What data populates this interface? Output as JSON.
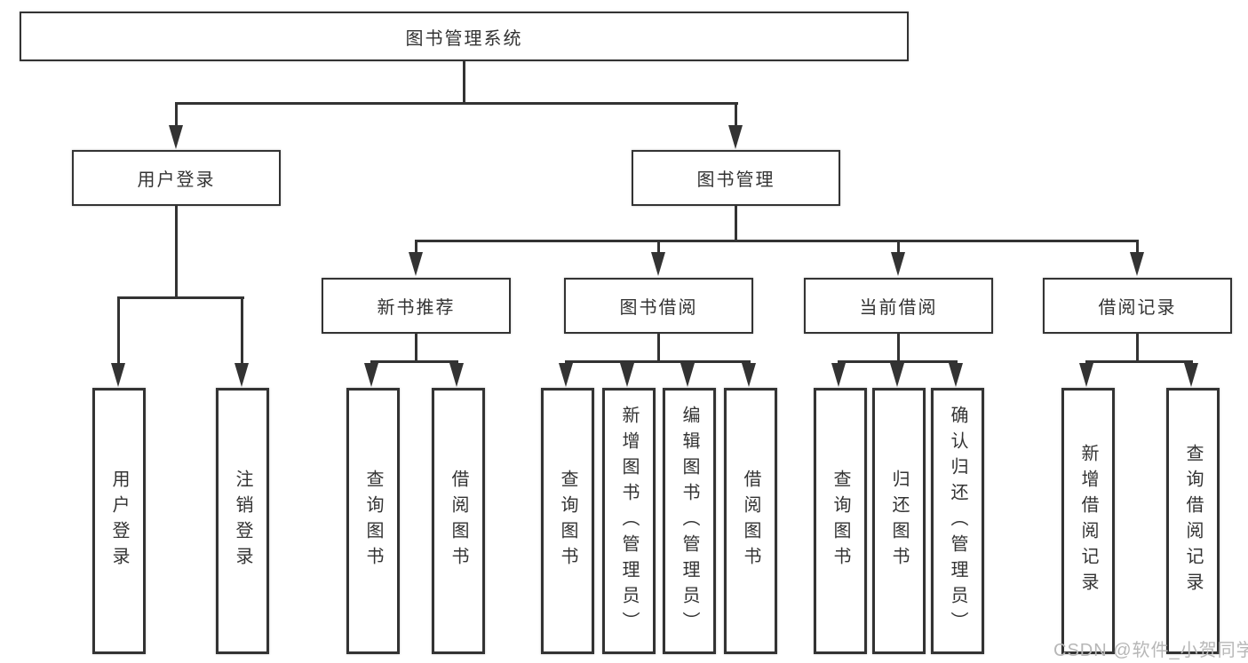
{
  "tree": {
    "label": "图书管理系统",
    "children": [
      {
        "label": "用户登录",
        "children": [
          {
            "label": "用户登录"
          },
          {
            "label": "注销登录"
          }
        ]
      },
      {
        "label": "图书管理",
        "children": [
          {
            "label": "新书推荐",
            "children": [
              {
                "label": "查询图书"
              },
              {
                "label": "借阅图书"
              }
            ]
          },
          {
            "label": "图书借阅",
            "children": [
              {
                "label": "查询图书"
              },
              {
                "label": "新增图书（管理员）"
              },
              {
                "label": "编辑图书（管理员）"
              },
              {
                "label": "借阅图书"
              }
            ]
          },
          {
            "label": "当前借阅",
            "children": [
              {
                "label": "查询图书"
              },
              {
                "label": "归还图书"
              },
              {
                "label": "确认归还（管理员）"
              }
            ]
          },
          {
            "label": "借阅记录",
            "children": [
              {
                "label": "新增借阅记录"
              },
              {
                "label": "查询借阅记录"
              }
            ]
          }
        ]
      }
    ]
  },
  "watermark": {
    "text": "CSDN @软件_小贺同学"
  },
  "colors": {
    "line": "#333333",
    "box_border": "#333333",
    "text": "#333333",
    "watermark": "#b7b7b7",
    "background": "#ffffff"
  }
}
